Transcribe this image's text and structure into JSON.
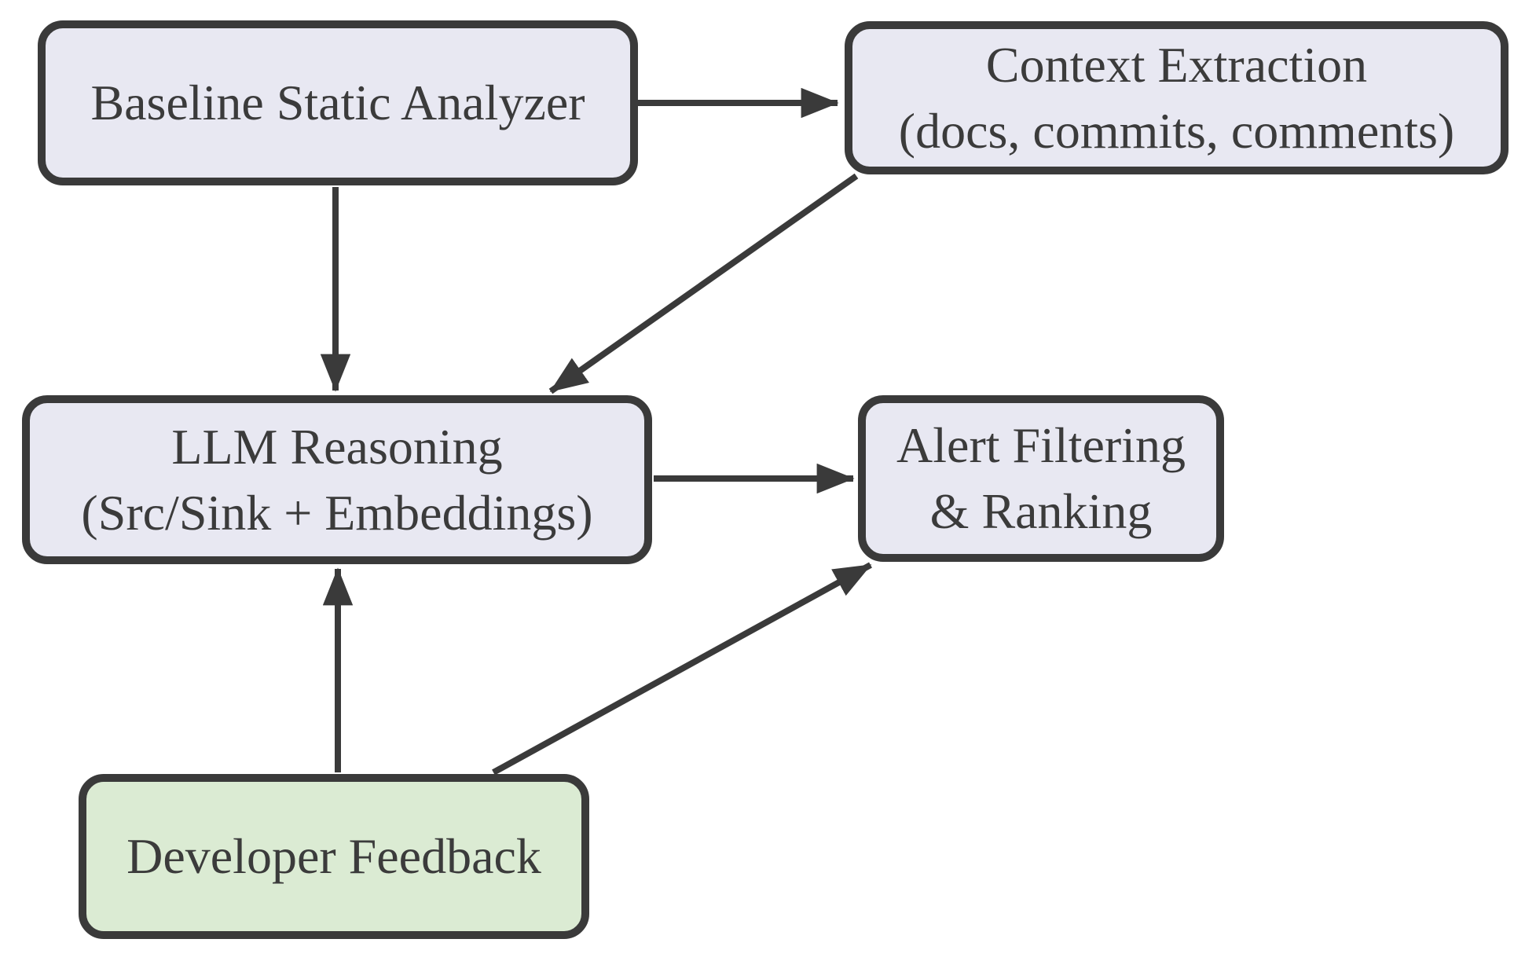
{
  "diagram": {
    "nodes": {
      "baseline": {
        "lines": [
          "Baseline Static Analyzer"
        ]
      },
      "context": {
        "lines": [
          "Context Extraction",
          "(docs, commits, comments)"
        ]
      },
      "llm": {
        "lines": [
          "LLM Reasoning",
          "(Src/Sink + Embeddings)"
        ]
      },
      "alert": {
        "lines": [
          "Alert Filtering",
          "& Ranking"
        ]
      },
      "feedback": {
        "lines": [
          "Developer Feedback"
        ]
      }
    },
    "edges": [
      {
        "from": "Baseline Static Analyzer",
        "to": "Context Extraction"
      },
      {
        "from": "Baseline Static Analyzer",
        "to": "LLM Reasoning"
      },
      {
        "from": "Context Extraction",
        "to": "LLM Reasoning"
      },
      {
        "from": "LLM Reasoning",
        "to": "Alert Filtering & Ranking"
      },
      {
        "from": "Developer Feedback",
        "to": "LLM Reasoning"
      },
      {
        "from": "Developer Feedback",
        "to": "Alert Filtering & Ranking"
      }
    ],
    "colors": {
      "node_fill": "#E8E8F2",
      "feedback_fill": "#DBEBD3",
      "stroke": "#3A3A3A",
      "text": "#3B3B3B",
      "background": "#FFFFFF"
    }
  }
}
